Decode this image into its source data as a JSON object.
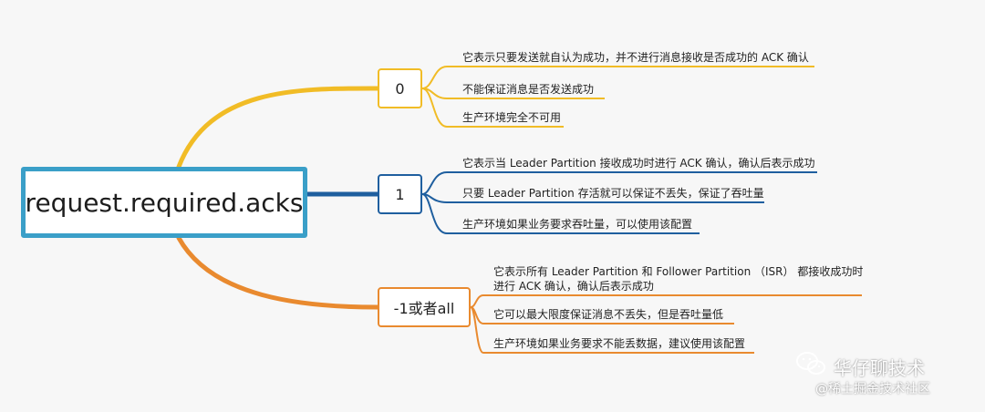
{
  "root": {
    "label": "request.required.acks"
  },
  "branches": [
    {
      "label": "0",
      "color": "#f1bc26",
      "items": [
        "它表示只要发送就自认为成功，并不进行消息接收是否成功的 ACK 确认",
        "不能保证消息是否发送成功",
        "生产环境完全不可用"
      ]
    },
    {
      "label": "1",
      "color": "#1f5f9f",
      "items": [
        "它表示当 Leader Partition 接收成功时进行 ACK 确认，确认后表示成功",
        "只要 Leader Partition 存活就可以保证不丢失，保证了吞吐量",
        "生产环境如果业务要求吞吐量，可以使用该配置"
      ]
    },
    {
      "label": "-1或者all",
      "color": "#e98a2f",
      "items": [
        "它表示所有 Leader Partition 和 Follower Partition （ISR） 都接收成功时进行 ACK 确认，确认后表示成功",
        "它可以最大限度保证消息不丢失，但是吞吐量低",
        "生产环境如果业务要求不能丢数据，建议使用该配置"
      ]
    }
  ],
  "root_color": "#3a9fc8",
  "watermark": {
    "brand": "华仔聊技术",
    "community": "@稀土掘金技术社区",
    "icon": "wechat-icon"
  }
}
